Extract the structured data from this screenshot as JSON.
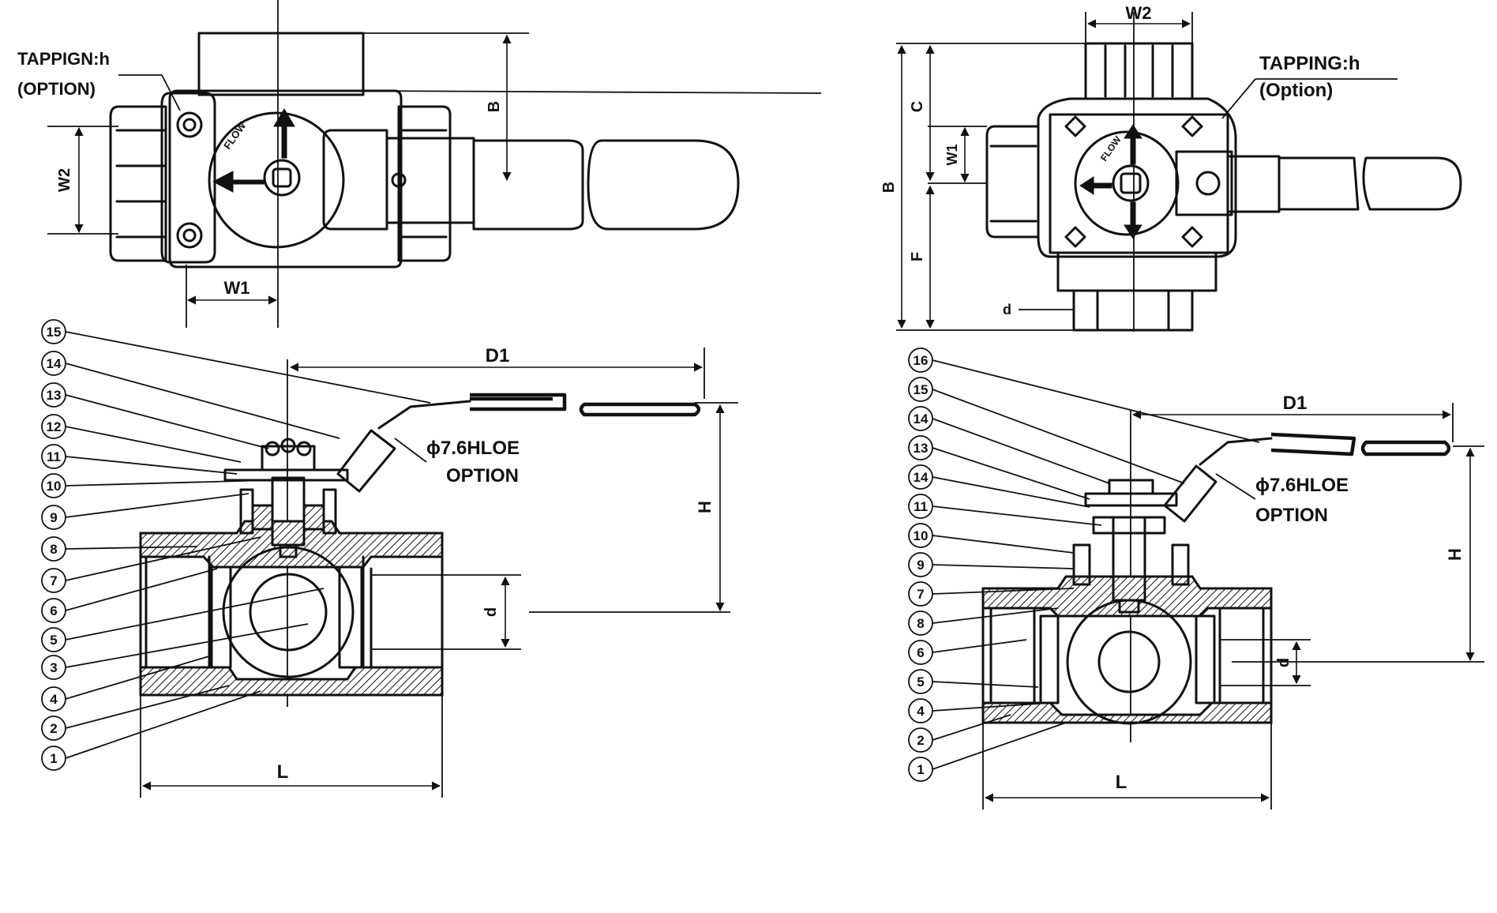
{
  "top_left": {
    "tapping_line1": "TAPPIGN:h",
    "tapping_line2": "(OPTION)",
    "dim_w2": "W2",
    "dim_w1": "W1",
    "dim_b": "B",
    "flow_mark": "FLOW"
  },
  "top_right": {
    "dim_w2": "W2",
    "dim_w1": "W1",
    "dim_c": "C",
    "dim_b": "B",
    "dim_f": "F",
    "dim_d": "d",
    "tapping_line1": "TAPPING:h",
    "tapping_line2": "(Option)",
    "flow_mark": "FLOW"
  },
  "bottom_left": {
    "dim_d1": "D1",
    "dim_h": "H",
    "dim_d": "d",
    "dim_l": "L",
    "hole_line1": "ϕ7.6HLOE",
    "hole_line2": "OPTION",
    "part_numbers": [
      "15",
      "14",
      "13",
      "12",
      "11",
      "10",
      "9",
      "8",
      "7",
      "6",
      "5",
      "3",
      "4",
      "2",
      "1"
    ]
  },
  "bottom_right": {
    "dim_d1": "D1",
    "dim_h": "H",
    "dim_d": "d",
    "dim_l": "L",
    "hole_line1": "ϕ7.6HLOE",
    "hole_line2": "OPTION",
    "part_numbers": [
      "16",
      "15",
      "14",
      "13",
      "14",
      "11",
      "10",
      "9",
      "7",
      "8",
      "6",
      "5",
      "4",
      "2",
      "1"
    ]
  }
}
